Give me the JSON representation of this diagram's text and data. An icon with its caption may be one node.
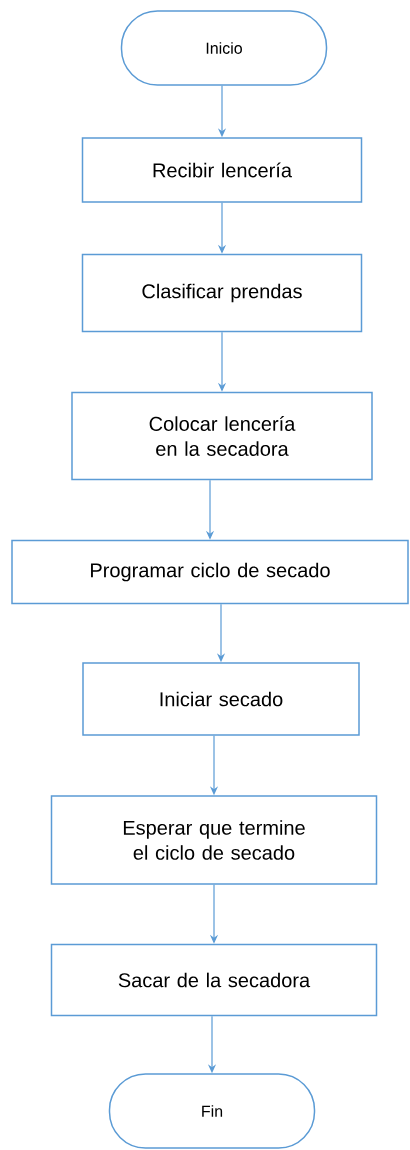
{
  "diagram": {
    "nodes": [
      {
        "text": [
          "Inicio"
        ]
      },
      {
        "text": [
          "Recibir lencería"
        ]
      },
      {
        "text": [
          "Clasificar prendas"
        ]
      },
      {
        "text": [
          "Colocar lencería en la secadora"
        ]
      },
      {
        "text": [
          "Programar ciclo de secado"
        ]
      },
      {
        "text": [
          "Iniciar secado"
        ]
      },
      {
        "text": [
          "Esperar que termine el ciclo de secado"
        ]
      },
      {
        "text": [
          "Sacar de la secadora"
        ]
      },
      {
        "text": [
          "Fin"
        ]
      }
    ],
    "edges": [
      {
        "from": 0,
        "to": 1,
        "arrow": "to"
      },
      {
        "from": 1,
        "to": 2,
        "arrow": "to"
      },
      {
        "from": 2,
        "to": 3,
        "arrow": "to"
      },
      {
        "from": 3,
        "to": 4,
        "arrow": "to"
      },
      {
        "from": 4,
        "to": 5,
        "arrow": "to"
      },
      {
        "from": 5,
        "to": 6,
        "arrow": "to"
      },
      {
        "from": 6,
        "to": 7,
        "arrow": "to"
      },
      {
        "from": 7,
        "to": 8,
        "arrow": "to"
      }
    ]
  }
}
